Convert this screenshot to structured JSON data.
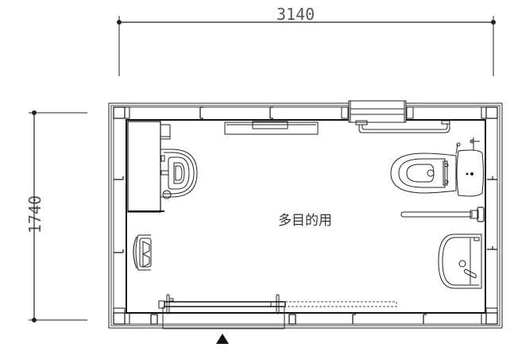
{
  "plan": {
    "room_label": "多目的用",
    "dimensions": {
      "width_label": "3140",
      "height_label": "1740"
    },
    "entrance_marker": "entrance-arrow",
    "fixtures": [
      {
        "name": "toilet-left",
        "icon": "western-toilet"
      },
      {
        "name": "toilet-right",
        "icon": "western-toilet-with-tank"
      },
      {
        "name": "wash-basin",
        "icon": "sink"
      },
      {
        "name": "baby-chair",
        "icon": "child-seat"
      },
      {
        "name": "sliding-door",
        "icon": "sliding-door"
      },
      {
        "name": "grab-bar-top",
        "icon": "handrail"
      },
      {
        "name": "grab-bar-right",
        "icon": "handrail"
      },
      {
        "name": "counter-shelf",
        "icon": "counter"
      },
      {
        "name": "top-shelf",
        "icon": "shelf"
      }
    ],
    "colors": {
      "line": "#222222",
      "light_line": "#666666",
      "text": "#555555",
      "background": "#ffffff"
    }
  }
}
